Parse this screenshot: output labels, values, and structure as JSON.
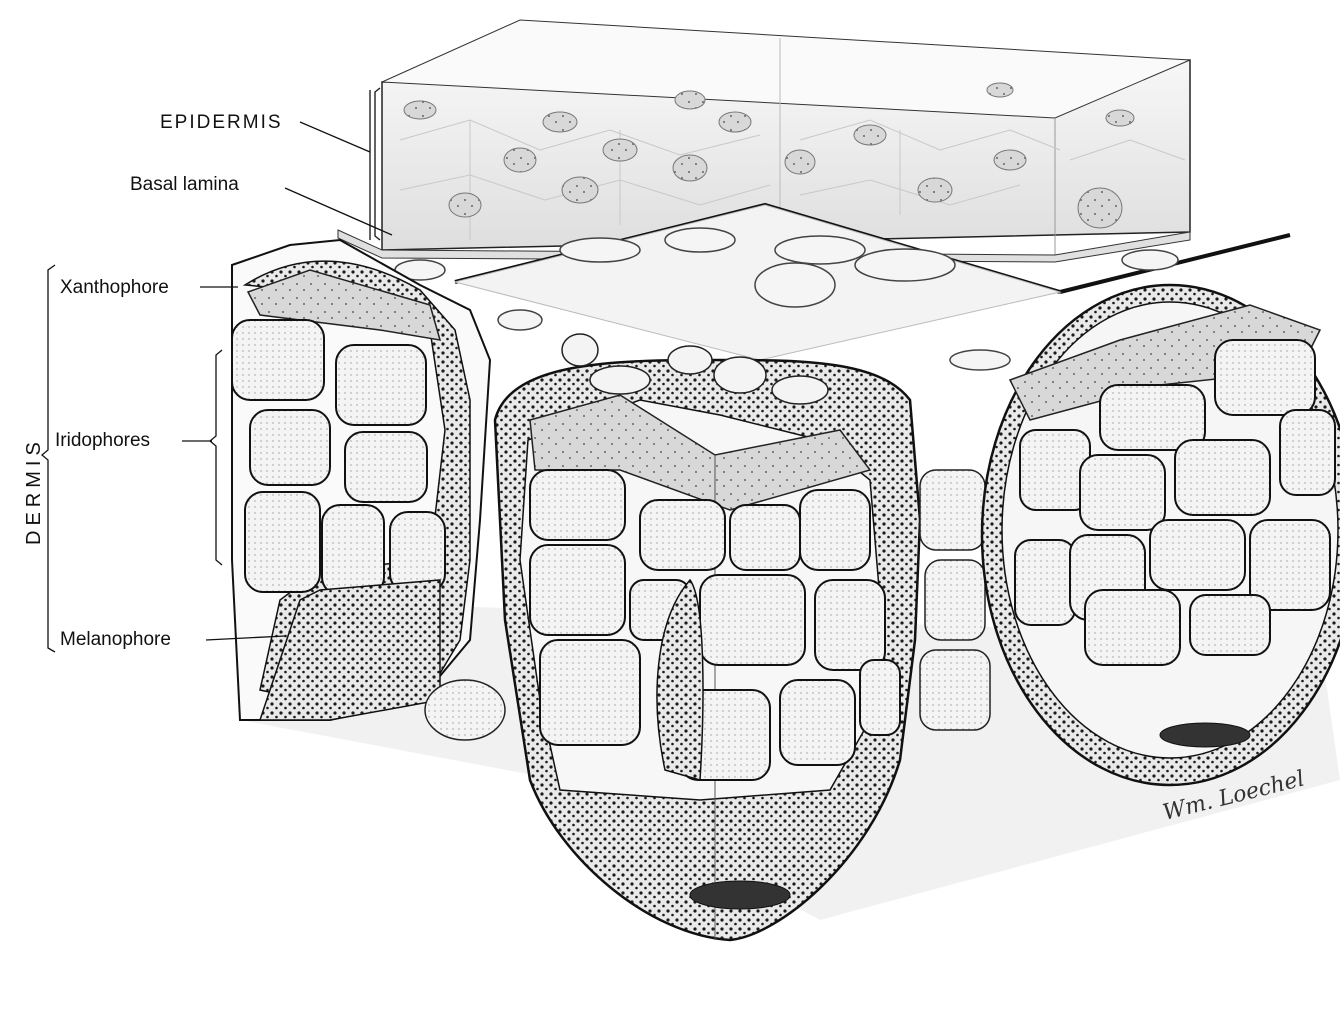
{
  "labels": {
    "epidermis": "EPIDERMIS",
    "basal_lamina": "Basal lamina",
    "dermis": "DERMIS",
    "xanthophore": "Xanthophore",
    "iridophores": "Iridophores",
    "melanophore": "Melanophore"
  },
  "signature": "Wm. Loechel",
  "colors": {
    "ink": "#111111",
    "paper": "#ffffff",
    "pigment": "#1a1a1a"
  }
}
